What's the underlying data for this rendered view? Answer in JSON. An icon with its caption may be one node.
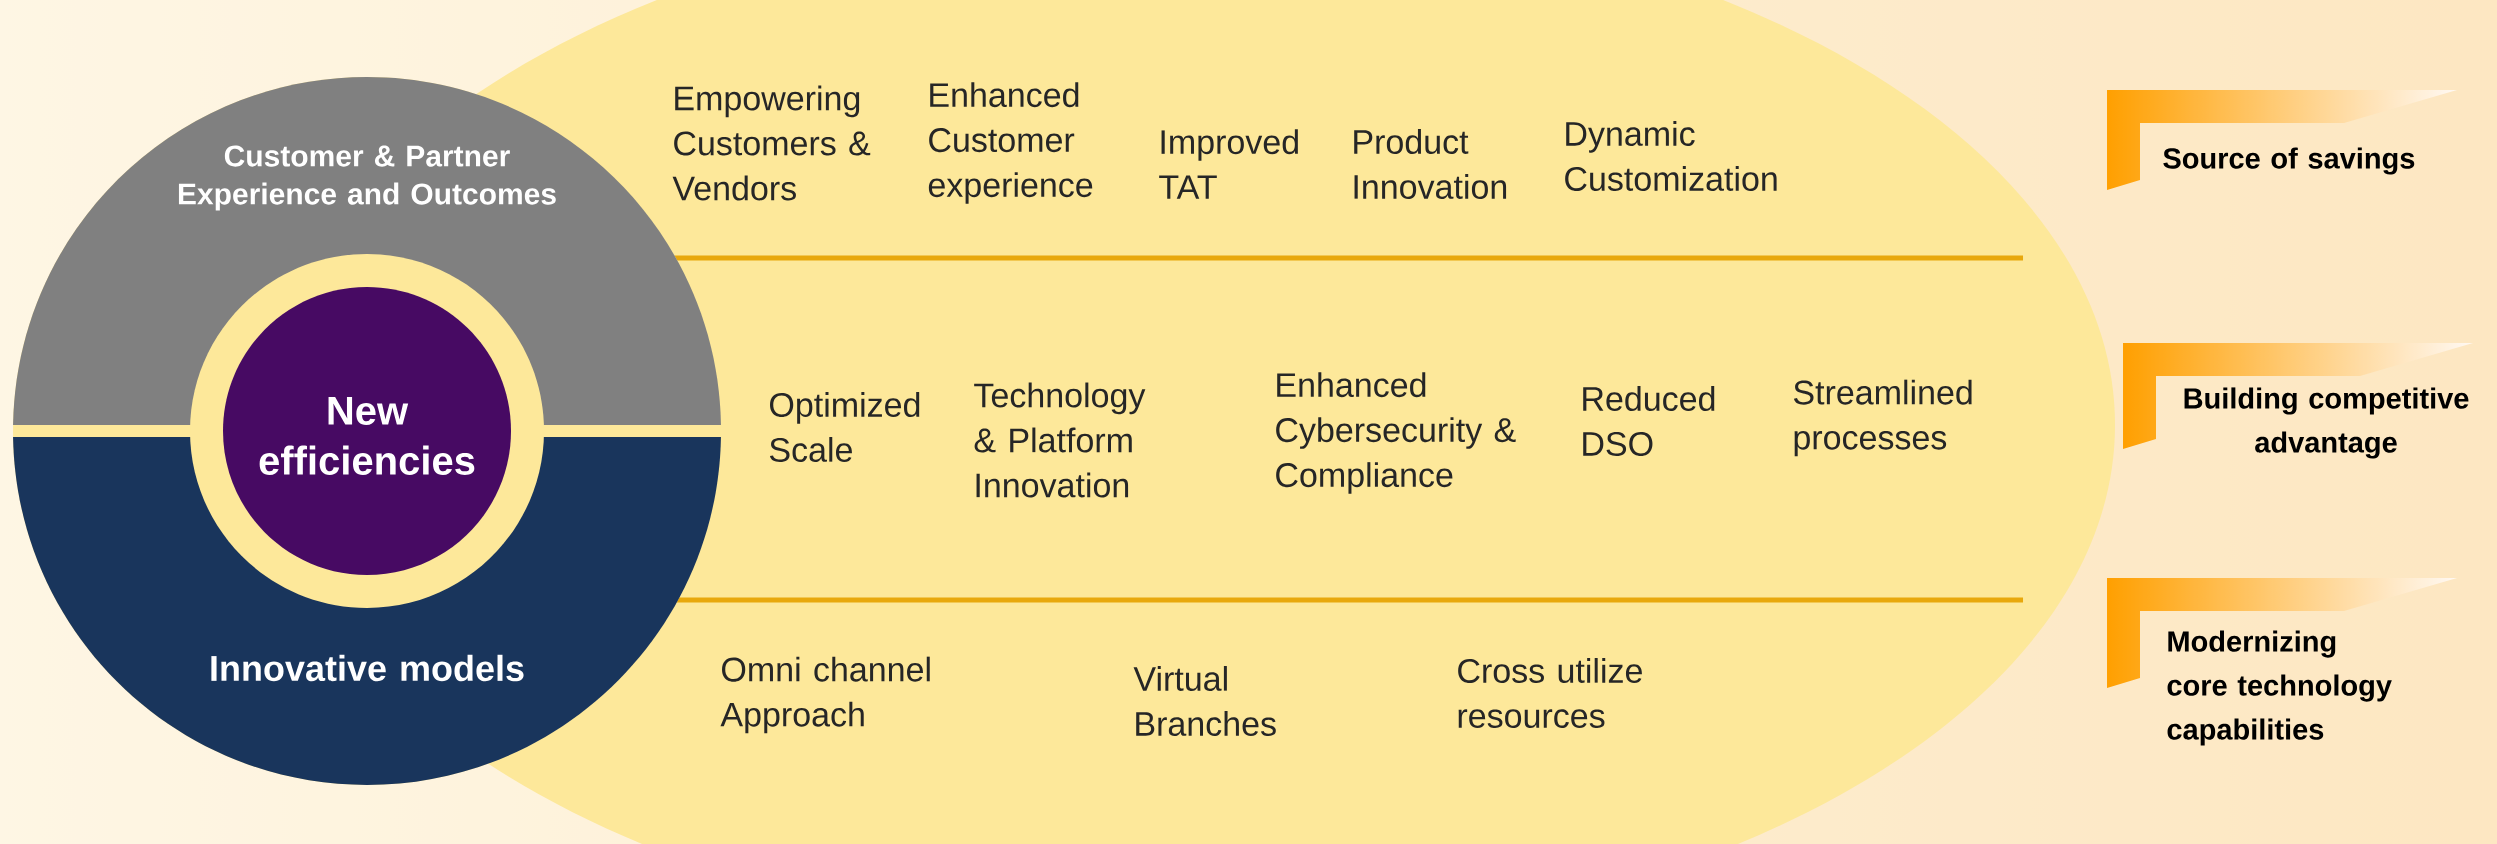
{
  "diagram": {
    "nodes": [
      {
        "text": [
          "Customer & Partner Experience and Outcomes"
        ]
      },
      {
        "text": [
          "New efficiencies"
        ]
      },
      {
        "text": [
          "Innovative models"
        ]
      },
      {
        "text": [
          "Source of savings"
        ]
      },
      {
        "text": [
          "Building competitive advantage"
        ]
      },
      {
        "text": [
          "Modernizing core technology capabilities"
        ]
      }
    ],
    "labels": [
      "Empowering Customers & Vendors",
      "Enhanced Customer experience",
      "Improved TAT",
      "Product Innovation",
      "Dynamic Customization",
      "Optimized Scale",
      "Technology & Platform Innovation",
      "Enhanced Cybersecurity & Compliance",
      "Reduced DSO",
      "Streamlined processes",
      "Omni channel Approach",
      "Virtual Branches",
      "Cross utilize resources"
    ]
  }
}
